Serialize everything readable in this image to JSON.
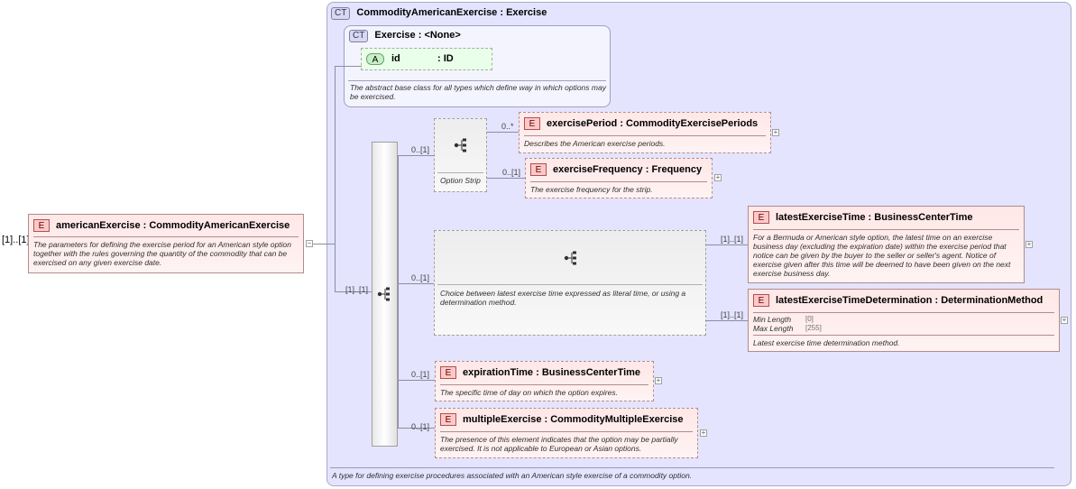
{
  "root": {
    "badge": "E",
    "title": "americanExercise : CommodityAmericanExercise",
    "doc": "The parameters for defining the exercise period for an American style option together with the rules governing the quantity of the commodity that can be exercised on any given exercise date.",
    "cardinality": "[1]..[1]",
    "collapse": "−"
  },
  "complex_type": {
    "badge": "CT",
    "title": "CommodityAmericanExercise : Exercise",
    "doc": "A type for defining exercise procedures associated with an American style exercise of a commodity option."
  },
  "base_type": {
    "badge": "CT",
    "title": "Exercise : <None>",
    "attribute": {
      "badge": "A",
      "name": "id",
      "type": ": ID"
    },
    "doc": "The abstract base class for all types which define way in which options may be exercised."
  },
  "sequence": {
    "cardinality": "[1]..[1]"
  },
  "option_strip": {
    "label": "Option Strip",
    "cardinality": "0..[1]",
    "children": [
      {
        "badge": "E",
        "title": "exercisePeriod : CommodityExercisePeriods",
        "doc": "Describes the American exercise periods.",
        "cardinality": "0..*",
        "expand": "+"
      },
      {
        "badge": "E",
        "title": "exerciseFrequency : Frequency",
        "doc": "The exercise frequency for the strip.",
        "cardinality": "0..[1]",
        "expand": "+"
      }
    ]
  },
  "choice": {
    "doc": "Choice between latest exercise time expressed as literal time, or using a determination method.",
    "cardinality": "0..[1]",
    "children": [
      {
        "badge": "E",
        "title": "latestExerciseTime : BusinessCenterTime",
        "doc": "For a Bermuda or American style option, the latest time on an exercise business day (excluding the expiration date) within the exercise period that notice can be given by the buyer to the seller or seller's agent. Notice of exercise given after this time will be deemed to have been given on the next exercise business day.",
        "cardinality": "[1]..[1]",
        "expand": "+"
      },
      {
        "badge": "E",
        "title": "latestExerciseTimeDetermination : DeterminationMethod",
        "facets": [
          {
            "name": "Min Length",
            "value": "[0]"
          },
          {
            "name": "Max Length",
            "value": "[255]"
          }
        ],
        "doc": "Latest exercise time determination method.",
        "cardinality": "[1]..[1]",
        "expand": "+"
      }
    ]
  },
  "expiration_time": {
    "badge": "E",
    "title": "expirationTime : BusinessCenterTime",
    "doc": "The specific time of day on which the option expires.",
    "cardinality": "0..[1]",
    "expand": "+"
  },
  "multiple_exercise": {
    "badge": "E",
    "title": "multipleExercise : CommodityMultipleExercise",
    "doc": "The presence of this element indicates that the option may be partially exercised. It is not applicable to European or Asian options.",
    "cardinality": "0..[1]",
    "expand": "+"
  }
}
